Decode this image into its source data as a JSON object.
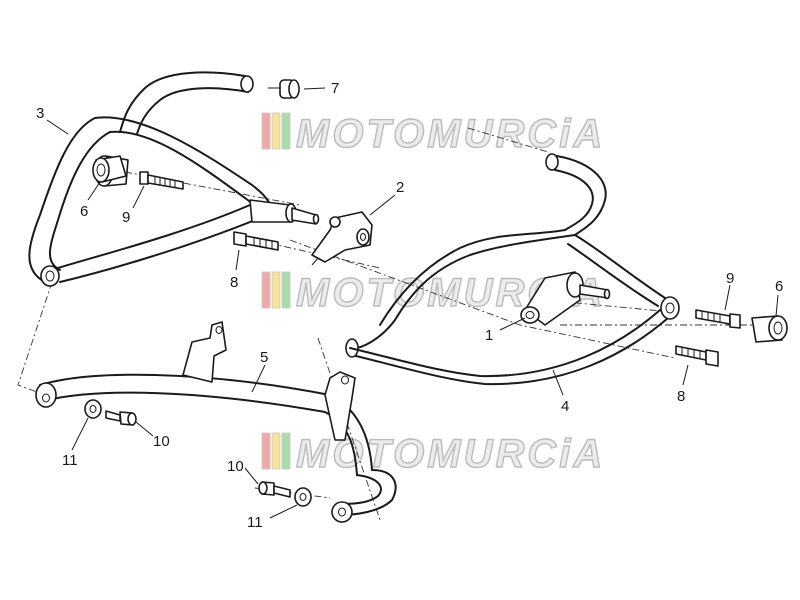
{
  "watermark": {
    "text": "MOTOMURCiA",
    "stripe_colors": [
      "#f0a8a8",
      "#f6e39a",
      "#a8dca8"
    ]
  },
  "callouts": {
    "c1": "1",
    "c2": "2",
    "c3": "3",
    "c4": "4",
    "c5": "5",
    "c6_left": "6",
    "c6_right": "6",
    "c7": "7",
    "c8_left": "8",
    "c8_right": "8",
    "c9_left": "9",
    "c9_right": "9",
    "c10_left": "10",
    "c10_right": "10",
    "c11_left": "11",
    "c11_right": "11"
  }
}
